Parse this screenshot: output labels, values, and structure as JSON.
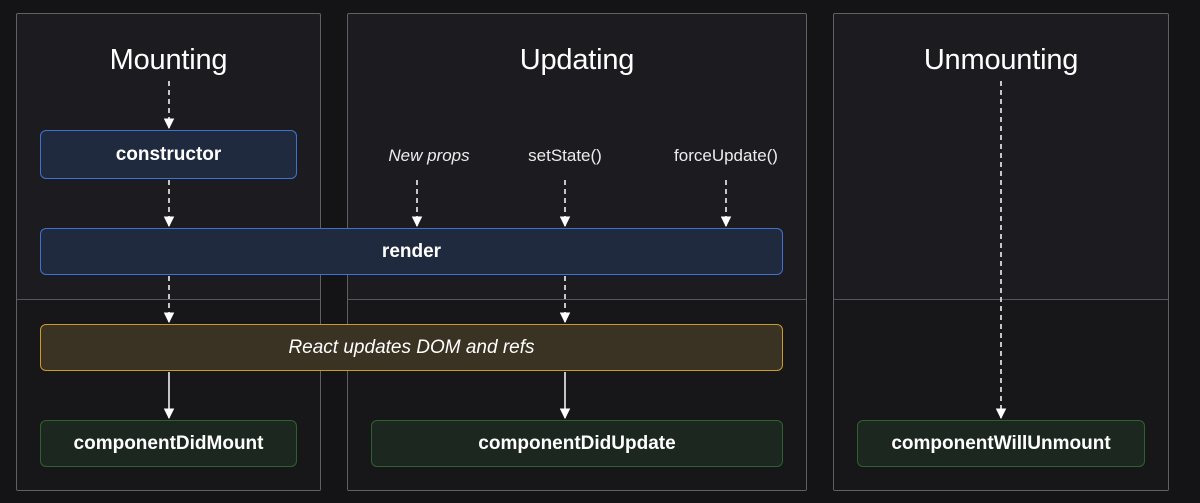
{
  "phases": {
    "mounting": "Mounting",
    "updating": "Updating",
    "unmounting": "Unmounting"
  },
  "triggers": {
    "new_props": "New props",
    "set_state": "setState()",
    "force_update": "forceUpdate()"
  },
  "methods": {
    "constructor": "constructor",
    "render": "render",
    "dom_update": "React updates DOM and refs",
    "did_mount": "componentDidMount",
    "did_update": "componentDidUpdate",
    "will_unmount": "componentWillUnmount"
  },
  "colors": {
    "render_phase_box": "#1f2a3f",
    "render_phase_border": "#3f72cf",
    "commit_box": "#3a3222",
    "commit_border": "#c79c2a",
    "lifecycle_box": "#1c281f",
    "lifecycle_border": "#2f6030"
  }
}
